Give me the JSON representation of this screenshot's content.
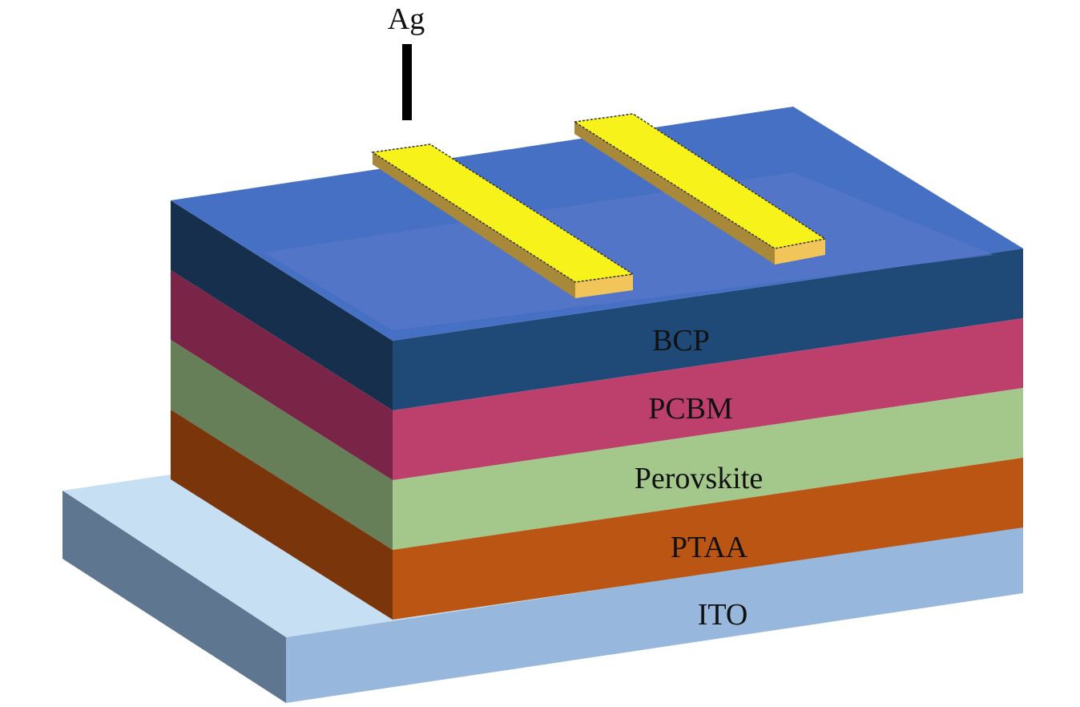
{
  "title_label": "Ag",
  "layers": [
    {
      "name": "BCP",
      "front": "#1f4a78",
      "side": "#162f4d"
    },
    {
      "name": "PCBM",
      "front": "#bd3f6c",
      "side": "#7a2548"
    },
    {
      "name": "Perovskite",
      "front": "#a4c78c",
      "side": "#667f58"
    },
    {
      "name": "PTAA",
      "front": "#bb5513",
      "side": "#7a350a"
    }
  ],
  "substrate": {
    "name": "ITO",
    "front": "#97b8dc",
    "side": "#5f7690",
    "top": "#c6dff3"
  },
  "top_colors": {
    "outer": "#4670c4",
    "inner": "#5877c9"
  },
  "electrode_colors": {
    "top": "#f7f21a",
    "side": "#a8893a",
    "front": "#f2c55a"
  }
}
